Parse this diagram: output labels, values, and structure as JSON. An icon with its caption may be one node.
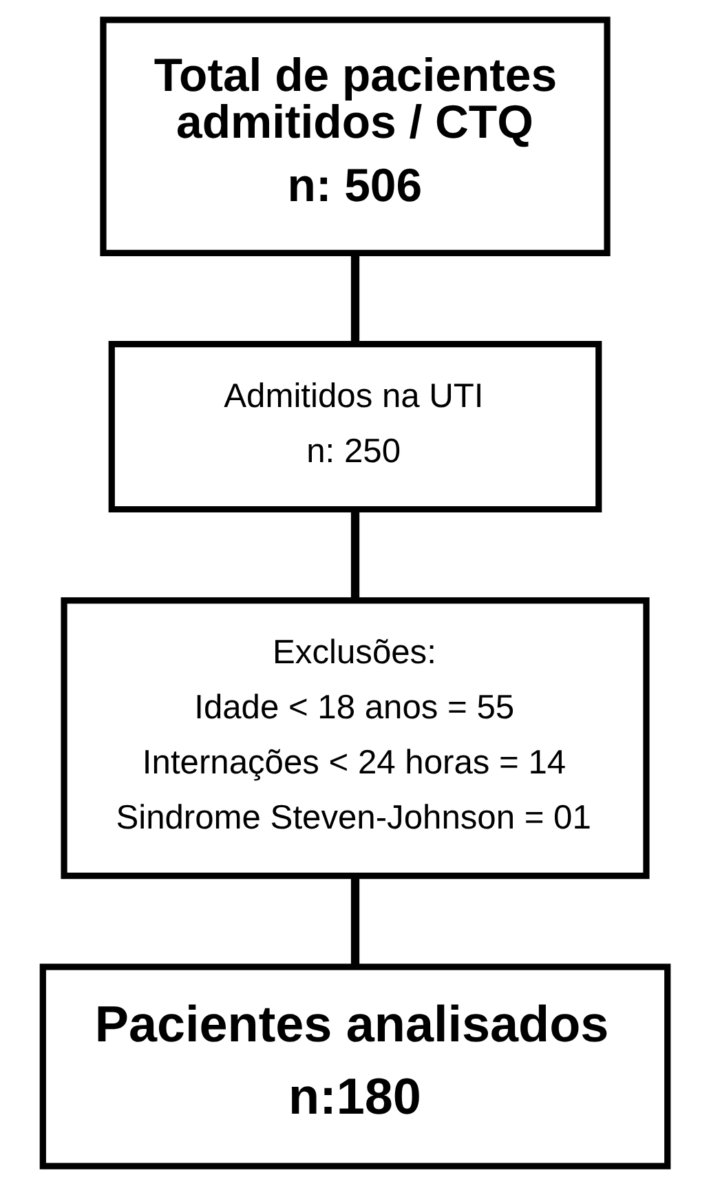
{
  "diagram": {
    "nodes": [
      {
        "text": [
          "Total de pacientes admitidos / CTQ",
          "n: 506"
        ]
      },
      {
        "text": [
          "Admitidos na UTI",
          "n: 250"
        ]
      },
      {
        "text": [
          "Exclusões:",
          "Idade < 18 anos = 55",
          "Internações < 24 horas = 14",
          "Sindrome Steven-Johnson = 01"
        ]
      },
      {
        "text": [
          "Pacientes analisados",
          "n:180"
        ]
      }
    ],
    "edges": [
      {
        "from": 0,
        "to": 1,
        "arrow": "none"
      },
      {
        "from": 1,
        "to": 2,
        "arrow": "none"
      },
      {
        "from": 2,
        "to": 3,
        "arrow": "none"
      }
    ]
  }
}
